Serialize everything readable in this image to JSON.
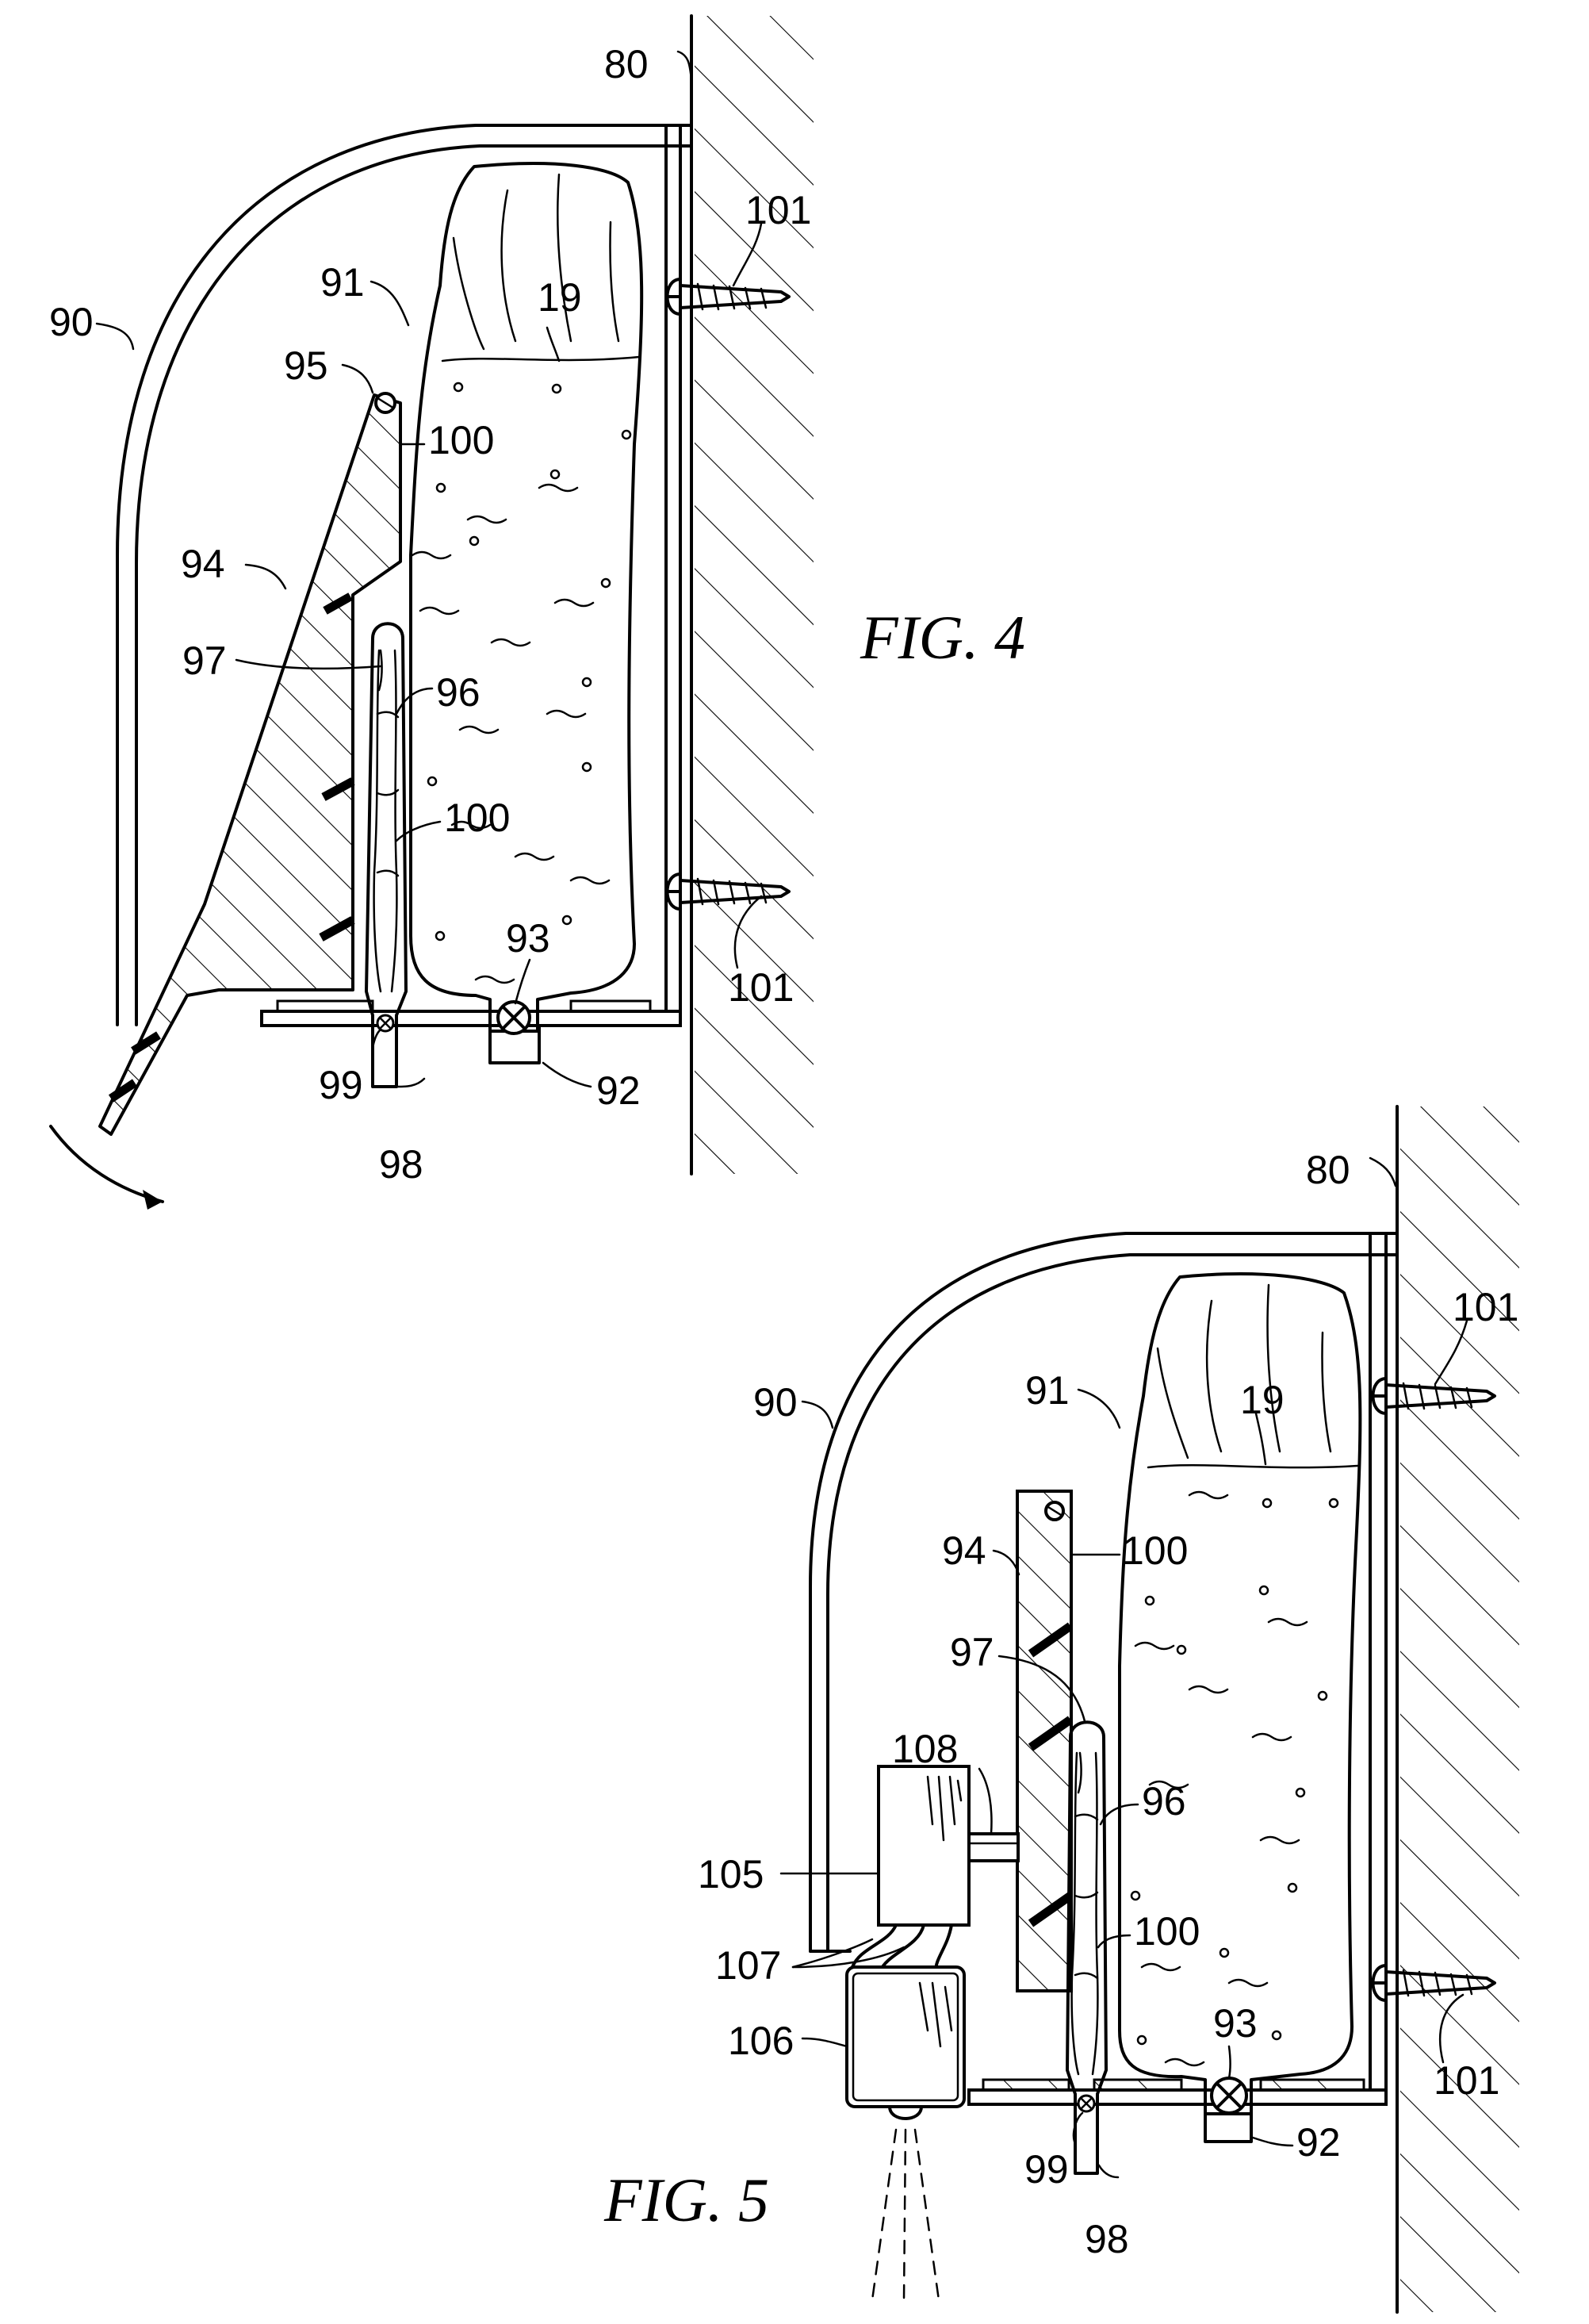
{
  "figures": [
    {
      "caption": "FIG. 4",
      "labels": [
        "80",
        "101",
        "91",
        "19",
        "90",
        "95",
        "100",
        "94",
        "97",
        "96",
        "100",
        "93",
        "101",
        "99",
        "98",
        "92"
      ]
    },
    {
      "caption": "FIG. 5",
      "labels": [
        "80",
        "101",
        "91",
        "19",
        "90",
        "94",
        "100",
        "97",
        "108",
        "96",
        "105",
        "100",
        "107",
        "93",
        "101",
        "106",
        "99",
        "92",
        "98"
      ]
    }
  ]
}
